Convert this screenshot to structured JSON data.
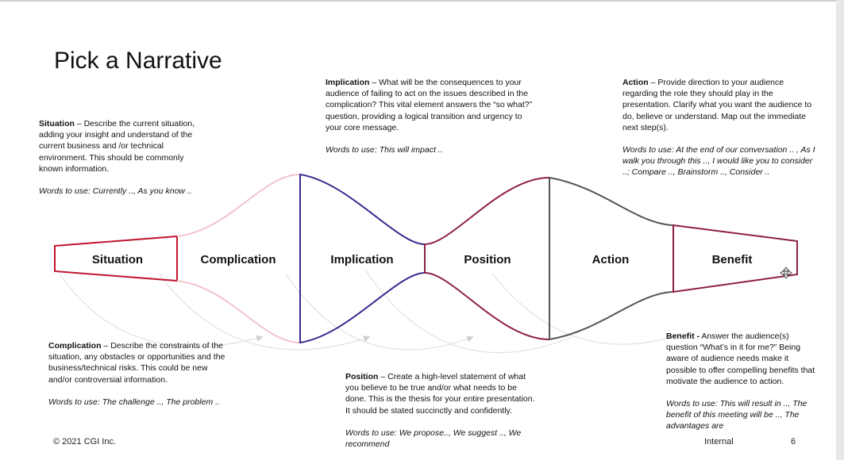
{
  "slide": {
    "title": "Pick a Narrative",
    "footer_left": "© 2021 CGI Inc.",
    "footer_center": "Internal",
    "page_number": "6"
  },
  "stages": [
    {
      "label": "Situation",
      "color": "#c0152f"
    },
    {
      "label": "Complication",
      "color": "#f2c3cb"
    },
    {
      "label": "Implication",
      "color": "#3a2a8f"
    },
    {
      "label": "Position",
      "color": "#8e1f4a"
    },
    {
      "label": "Action",
      "color": "#555555"
    },
    {
      "label": "Benefit",
      "color": "#8e1f4a"
    }
  ],
  "descriptions": {
    "situation": {
      "heading": "Situation",
      "text": " – Describe the current situation, adding your insight and understand of the current business and /or technical environment.  This should be commonly known information.",
      "words": "Words to use:  Currently .., As you know .."
    },
    "implication": {
      "heading": "Implication",
      "text": " – What will be the consequences to your audience of failing to act on the issues described in the complication?  This vital element answers the “so what?” question, providing a logical transition and urgency to your core message.",
      "words": "Words to use:  This will impact .."
    },
    "action": {
      "heading": "Action",
      "text": " – Provide direction to your audience regarding the role they should play in the presentation. Clarify what you want the audience to do, believe or understand. Map out the immediate next step(s).",
      "words": "Words to use:  At the end of our conversation .. , As I walk you through this .., I would like you to consider ..; Compare .., Brainstorm .., Consider .."
    },
    "complication": {
      "heading": "Complication",
      "text": " – Describe the constraints of the situation, any obstacles or opportunities and the business/technical risks.  This could be new and/or controversial information.",
      "words": "Words to use:  The challenge .., The problem .."
    },
    "position": {
      "heading": "Position",
      "text": " – Create a high-level statement of what you believe to be true and/or what needs to be done. This is the thesis for your entire presentation.  It should be stated succinctly and confidently.",
      "words": "Words to use:  We propose.., We suggest .., We recommend"
    },
    "benefit": {
      "heading": "Benefit -",
      "text": " Answer the audience(s) question “What’s in it for me?” Being aware of audience needs make it possible to offer compelling benefits that motivate the audience to action.",
      "words": "Words to use:  This will result in .., The benefit of this meeting will be .., The advantages are"
    }
  }
}
